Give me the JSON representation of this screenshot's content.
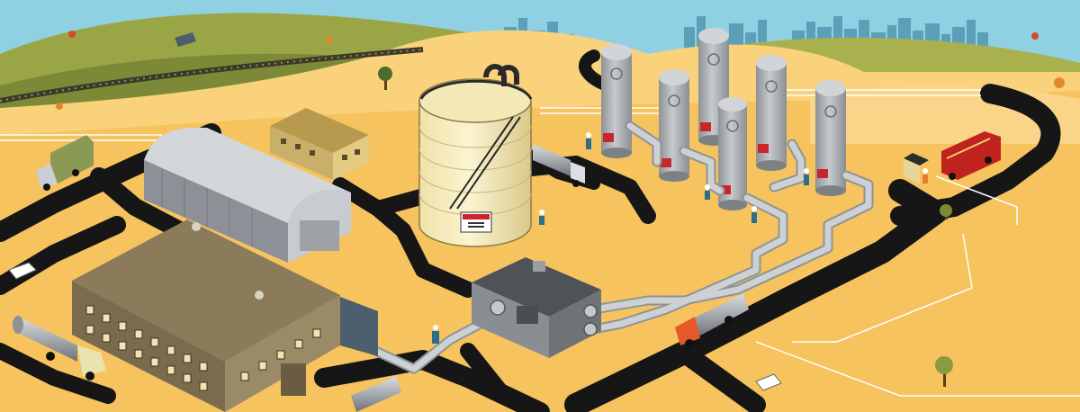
{
  "scene": {
    "kind": "isometric industrial illustration",
    "colors": {
      "sky": "#8fd1e2",
      "skyline": "#5c9fb8",
      "hills_green": "#9aa545",
      "hills_green_dark": "#7c8a37",
      "desert": "#f6c35e",
      "desert_light": "#f9d27b",
      "road": "#161616",
      "tank_cream": "#f7ecbf",
      "tower_gray": "#a8abae",
      "pipe": "#c4c8cc",
      "warning_red": "#c8262a",
      "truck_orange": "#e4582a",
      "truck_green": "#8a9a55",
      "fire_red": "#c0231f"
    },
    "icons": [
      "storage-tank",
      "distillation-tower",
      "warehouse",
      "office-building",
      "pump-house",
      "tanker-truck",
      "fire-truck",
      "box-truck",
      "car",
      "worker",
      "tree",
      "fence",
      "railway",
      "guard-booth"
    ]
  }
}
